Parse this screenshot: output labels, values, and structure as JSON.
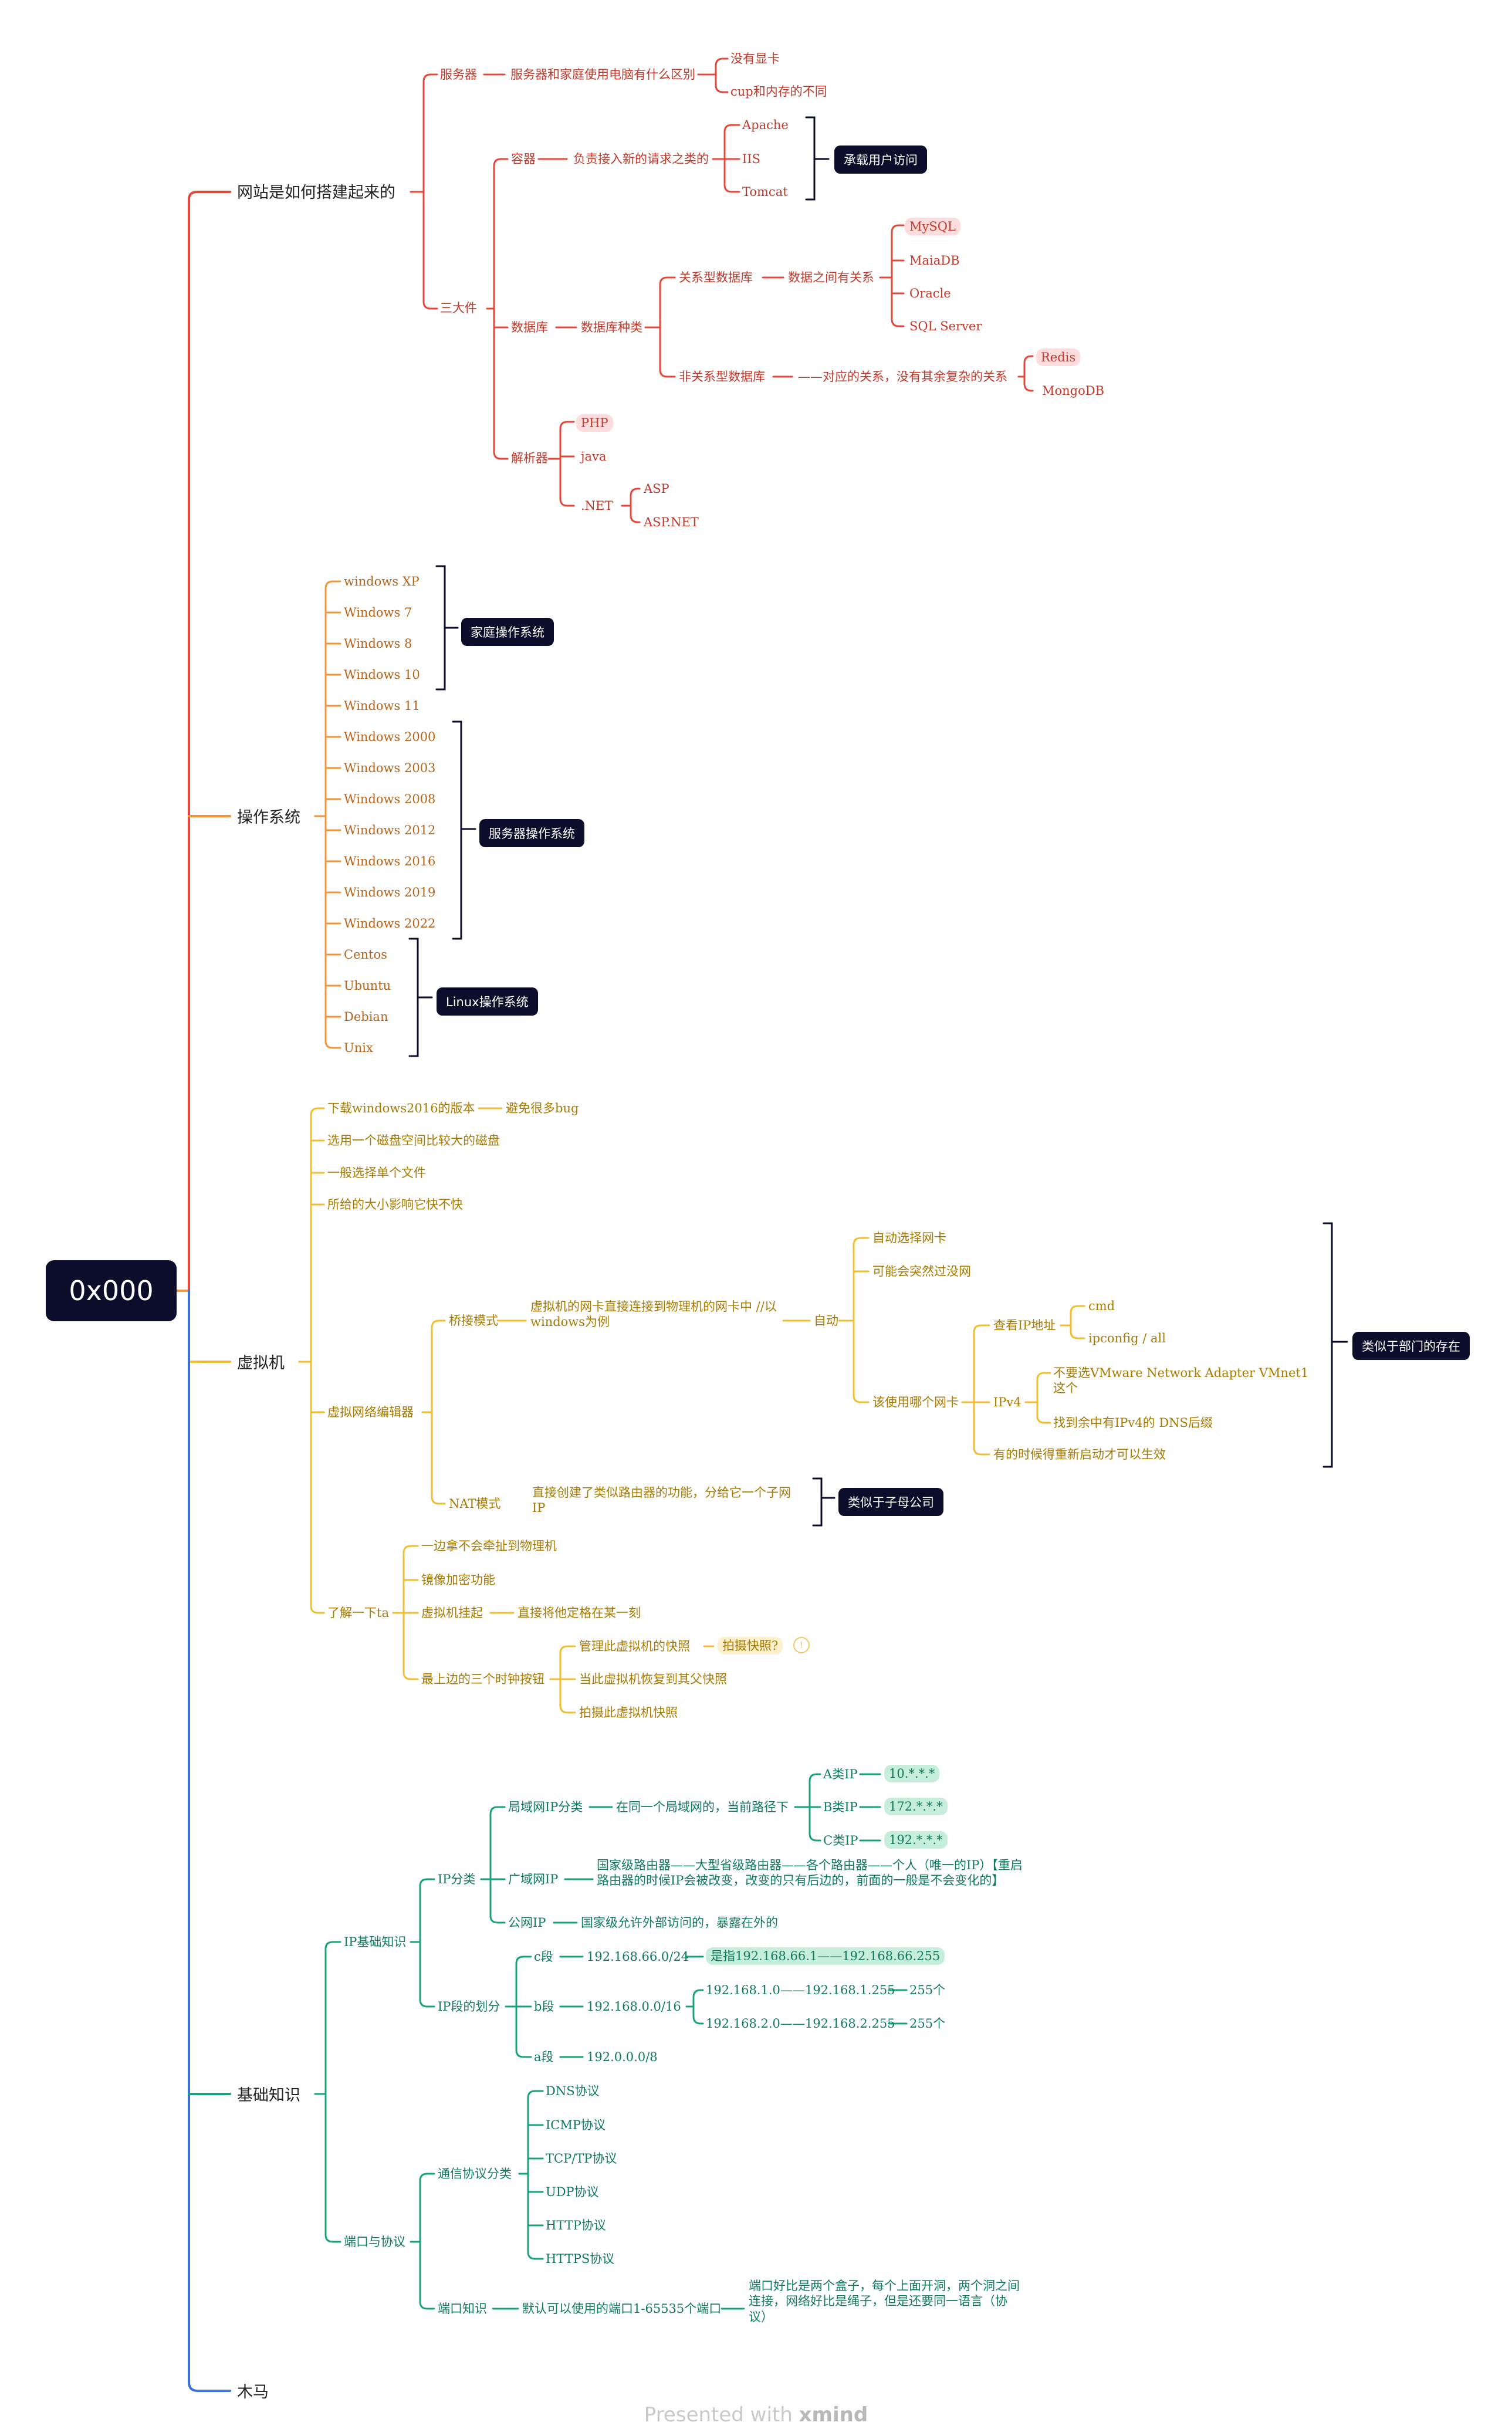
{
  "root": "0x000",
  "colors": {
    "red": "#e5483b",
    "orange": "#f2953a",
    "yellow": "#f0be2e",
    "green": "#17a37a",
    "blue": "#3d6fd8",
    "dark": "#0b0d2a",
    "hl_red": "#fcdcdc",
    "hl_yellow": "#fdf0cc",
    "hl_green": "#c7eedd"
  },
  "branches": {
    "website": {
      "label": "网站是如何搭建起来的",
      "server": {
        "label": "服务器",
        "compare": "服务器和家庭使用电脑有什么区别",
        "items": [
          "没有显卡",
          "cup和内存的不同"
        ]
      },
      "three": {
        "label": "三大件",
        "container": {
          "label": "容器",
          "desc": "负责接入新的请求之类的",
          "items": [
            "Apache",
            "IIS",
            "Tomcat"
          ],
          "tag": "承载用户访问"
        },
        "database": {
          "label": "数据库",
          "kinds": "数据库种类",
          "relational": {
            "label": "关系型数据库",
            "desc": "数据之间有关系",
            "items": [
              "MySQL",
              "MaiaDB",
              "Oracle",
              "SQL Server"
            ]
          },
          "nonrelational": {
            "label": "非关系型数据库",
            "desc": "——对应的关系，没有其余复杂的关系",
            "items": [
              "Redis",
              "MongoDB"
            ]
          }
        },
        "parser": {
          "label": "解析器",
          "items": [
            "PHP",
            "java",
            ".NET"
          ],
          "dotnet_items": [
            "ASP",
            "ASP.NET"
          ]
        }
      }
    },
    "os": {
      "label": "操作系统",
      "items": [
        "windows XP",
        "Windows 7",
        "Windows 8",
        "Windows 10",
        "Windows 11",
        "Windows 2000",
        "Windows 2003",
        "Windows 2008",
        "Windows 2012",
        "Windows 2016",
        "Windows  2019",
        "Windows 2022",
        "Centos",
        "Ubuntu",
        "Debian",
        "Unix"
      ],
      "tags": [
        "家庭操作系统",
        "服务器操作系统",
        "Linux操作系统"
      ]
    },
    "vm": {
      "label": "虚拟机",
      "tips": [
        "下载windows2016的版本",
        "选用一个磁盘空间比较大的磁盘",
        "一般选择单个文件",
        "所给的大小影响它快不快"
      ],
      "tip_note": "避免很多bug",
      "editor": "虚拟网络编辑器",
      "bridge": {
        "label": "桥接模式",
        "desc": "虚拟机的网卡直接连接到物理机的网卡中 //以windows为例",
        "auto": "自动",
        "auto_items": [
          "自动选择网卡",
          "可能会突然过没网",
          "该使用哪个网卡"
        ],
        "which": {
          "view_ip": "查看IP地址",
          "cmds": [
            "cmd",
            "ipconfig / all"
          ],
          "ipv4": "IPv4",
          "ipv4_items": [
            "不要选VMware Network Adapter VMnet1这个",
            "找到余中有IPv4的 DNS后缀"
          ],
          "restart": "有的时候得重新启动才可以生效"
        },
        "tag": "类似于部门的存在"
      },
      "nat": {
        "label": "NAT模式",
        "desc": "直接创建了类似路由器的功能，分给它一个子网IP",
        "tag": "类似于子母公司"
      },
      "learn": {
        "label": "了解一下ta",
        "items": [
          "一边拿不会牵扯到物理机",
          "镜像加密功能",
          "虚拟机挂起",
          "最上边的三个时钟按钮"
        ],
        "suspend_note": "直接将他定格在某一刻",
        "buttons": [
          "管理此虚拟机的快照",
          "当此虚拟机恢复到其父快照",
          "拍摄此虚拟机快照"
        ],
        "snapshot_q": "拍摄快照?",
        "info_icon": "info-icon"
      }
    },
    "basics": {
      "label": "基础知识",
      "ip": {
        "label": "IP基础知识",
        "classify": "IP分类",
        "lan": {
          "label": "局域网IP分类",
          "desc": "在同一个局域网的，当前路径下",
          "classes": [
            {
              "name": "A类IP",
              "value": "10.*.*.*"
            },
            {
              "name": "B类IP",
              "value": "172.*.*.*"
            },
            {
              "name": "C类IP",
              "value": "192.*.*.*"
            }
          ]
        },
        "wan": {
          "label": "广域网IP",
          "desc": "国家级路由器——大型省级路由器——各个路由器——个人（唯一的IP）【重启路由器的时候IP会被改变，改变的只有后边的，前面的一般是不会变化的】"
        },
        "public": {
          "label": "公网IP",
          "desc": "国家级允许外部访问的，暴露在外的"
        },
        "seg": {
          "label": "IP段的划分",
          "c": {
            "label": "c段",
            "value": "192.168.66.0/24",
            "range": "是指192.168.66.1——192.168.66.255"
          },
          "b": {
            "label": "b段",
            "value": "192.168.0.0/16",
            "ranges": [
              "192.168.1.0——192.168.1.255",
              "192.168.2.0——192.168.2.255"
            ],
            "counts": [
              "255个",
              "255个"
            ]
          },
          "a": {
            "label": "a段",
            "value": "192.0.0.0/8"
          }
        }
      },
      "port": {
        "label": "端口与协议",
        "proto": {
          "label": "通信协议分类",
          "items": [
            "DNS协议",
            "ICMP协议",
            "TCP/TP协议",
            "UDP协议",
            "HTTP协议",
            "HTTPS协议"
          ]
        },
        "knowledge": {
          "label": "端口知识",
          "desc": "默认可以使用的端口1-65535个端口",
          "note": "端口好比是两个盒子，每个上面开洞，两个洞之间连接，网络好比是绳子，但是还要同一语言（协议）"
        }
      }
    },
    "trojan": {
      "label": "木马"
    }
  },
  "footer": {
    "prefix": "Presented with ",
    "brand": "xmind"
  }
}
